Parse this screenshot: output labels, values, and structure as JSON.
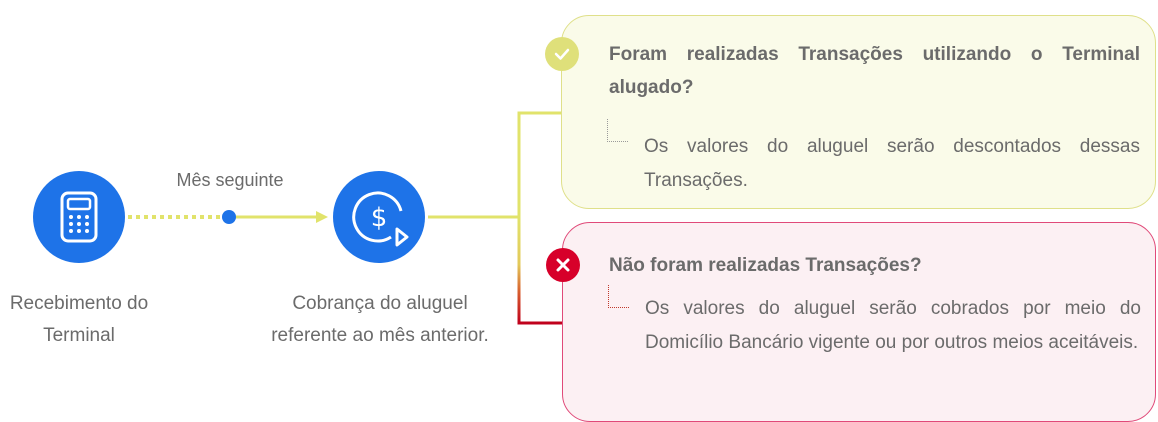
{
  "steps": {
    "receive_label": "Recebimento do Terminal",
    "transition_label": "Mês seguinte",
    "charge_label": "Cobrança do aluguel referente ao mês anterior."
  },
  "outcomes": {
    "yes": {
      "question": "Foram realizadas Transações utilizando o Terminal alugado?",
      "detail": "Os valores do aluguel serão descontados dessas Transações."
    },
    "no": {
      "question": "Não foram realizadas Transações?",
      "detail": "Os valores do aluguel serão cobrados por meio do Domicílio Bancário vigente ou por outros meios aceitáveis."
    }
  },
  "colors": {
    "step_blue": "#1e73e8",
    "yes_accent": "#dfe07a",
    "no_accent": "#d7002a",
    "yes_card_bg": "#fafbe9",
    "no_card_bg": "#fcf0f3"
  }
}
